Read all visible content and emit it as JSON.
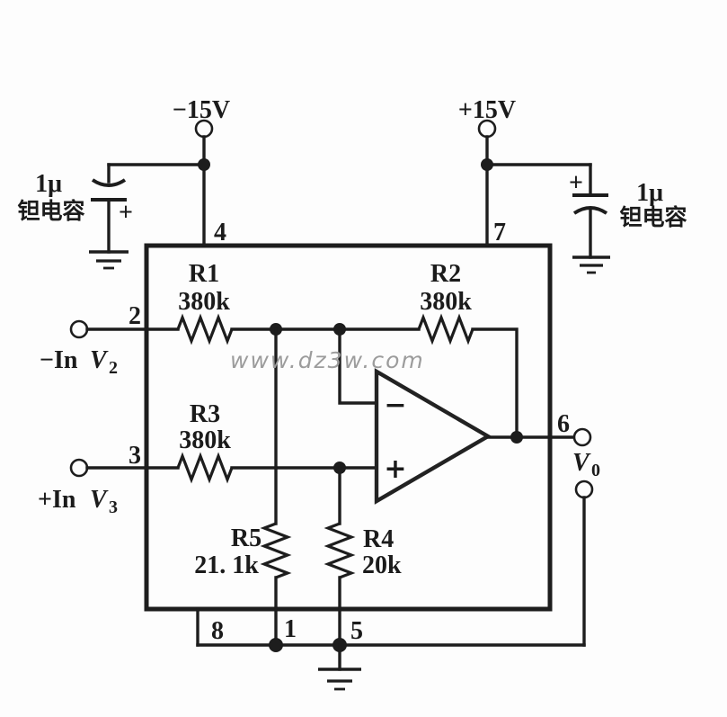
{
  "watermark": "www.dz3w.com",
  "power_neg": {
    "label": "−15V",
    "pin": "4"
  },
  "power_pos": {
    "label": "+15V",
    "pin": "7"
  },
  "cap_left": {
    "value": "1μ",
    "type": "钽电容",
    "plus": "+"
  },
  "cap_right": {
    "value": "1μ",
    "type": "钽电容",
    "plus": "+"
  },
  "input2": {
    "pin": "2",
    "label": "−In",
    "v": "V",
    "sub": "2"
  },
  "input3": {
    "pin": "3",
    "label": "+In",
    "v": "V",
    "sub": "3"
  },
  "output": {
    "pin": "6",
    "v": "V",
    "sub": "0"
  },
  "resistors": {
    "r1": {
      "name": "R1",
      "value": "380k"
    },
    "r2": {
      "name": "R2",
      "value": "380k"
    },
    "r3": {
      "name": "R3",
      "value": "380k"
    },
    "r4": {
      "name": "R4",
      "value": "20k"
    },
    "r5": {
      "name": "R5",
      "value": "21. 1k"
    }
  },
  "opamp": {
    "minus": "−",
    "plus": "+"
  },
  "bottom_pins": {
    "p8": "8",
    "p1": "1",
    "p5": "5"
  }
}
